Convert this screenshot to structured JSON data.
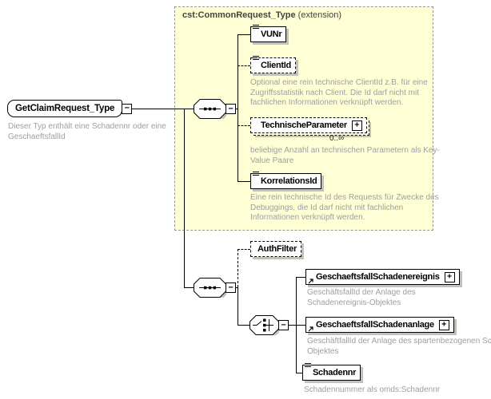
{
  "root": {
    "name": "GetClaimRequest_Type",
    "annotation": "Dieser Typ enthält eine Schadennr oder eine GeschaeftsfallId"
  },
  "extension_panel": {
    "title": "cst:CommonRequest_Type",
    "title_suffix": " (extension)"
  },
  "elements": {
    "vunr": {
      "name": "VUNr"
    },
    "clientid": {
      "name": "ClientId",
      "annotation": "Optional eine rein technische ClientId z.B. für eine Zugriffsstatistik nach Client. Die Id darf nicht mit fachlichen Informationen verknüpft werden."
    },
    "technischeparameter": {
      "name": "TechnischeParameter",
      "occurrence": "0..∞",
      "annotation": "beliebige Anzahl an technischen Parametern als Key-Value Paare"
    },
    "korrelationsid": {
      "name": "KorrelationsId",
      "annotation": "Eine rein technische Id des Requests für Zwecke des Debuggings, die Id darf nicht mit fachlichen Informationen verknüpft werden."
    },
    "authfilter": {
      "name": "AuthFilter"
    },
    "geschaeftsfallschadenereignis": {
      "name": "GeschaeftsfallSchadenereignis",
      "annotation": "GeschäftsfallId der Anlage des Schadenereignis-Objektes"
    },
    "geschaeftsfallschadenanlage": {
      "name": "GeschaeftsfallSchadenanlage",
      "annotation": "GeschäftfallId der Anlage des spartenbezogenen Schaden-Objektes"
    },
    "schadennr": {
      "name": "Schadennr",
      "annotation": "Schadennummer als omds:Schadennr"
    }
  },
  "icons": {
    "collapse_glyph": "−",
    "expand_glyph": "+"
  },
  "colors": {
    "panel_fill": "#ffffd6",
    "panel_border": "#969696",
    "annotation_text": "#9e9e9e",
    "shadow": "#c2c2b8",
    "title_text": "#45453b"
  }
}
